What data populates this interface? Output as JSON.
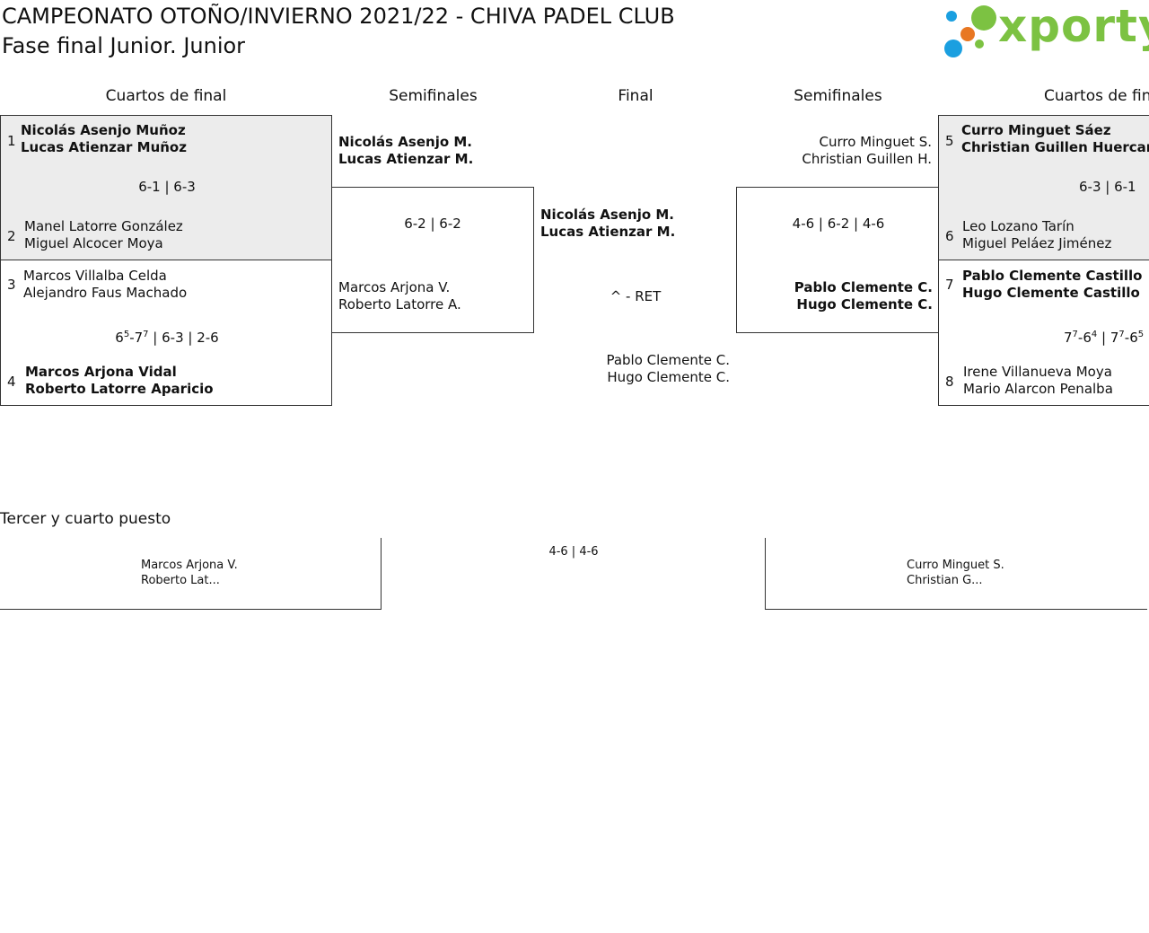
{
  "header": {
    "title": "CAMPEONATO OTOÑO/INVIERNO 2021/22 - CHIVA PADEL CLUB",
    "subtitle": "Fase final Junior. Junior",
    "logo_text": "xporty",
    "logo_colors": [
      "#1a9fe0",
      "#e87722",
      "#7cc242"
    ]
  },
  "columns": {
    "qf_left": "Cuartos de final",
    "sf_left": "Semifinales",
    "final": "Final",
    "sf_right": "Semifinales",
    "qf_right": "Cuartos de fin"
  },
  "qf": {
    "m1": {
      "top": {
        "seed": "1",
        "p1": "Nicolás Asenjo Muñoz",
        "p2": "Lucas Atienzar Muñoz"
      },
      "bottom": {
        "seed": "2",
        "p1": "Manel Latorre González",
        "p2": "Miguel Alcocer Moya"
      },
      "score": "6-1 | 6-3"
    },
    "m2": {
      "top": {
        "seed": "3",
        "p1": "Marcos Villalba Celda",
        "p2": "Alejandro Faus Machado"
      },
      "bottom": {
        "seed": "4",
        "p1": "Marcos Arjona Vidal",
        "p2": "Roberto Latorre Aparicio"
      },
      "score_parts": [
        "6",
        "5",
        "-7",
        "7",
        " | 6-3 | 2-6"
      ]
    },
    "m3": {
      "top": {
        "seed": "5",
        "p1": "Curro Minguet Sáez",
        "p2": "Christian Guillen Huercano"
      },
      "bottom": {
        "seed": "6",
        "p1": "Leo Lozano Tarín",
        "p2": "Miguel Peláez Jiménez"
      },
      "score": "6-3 | 6-1"
    },
    "m4": {
      "top": {
        "seed": "7",
        "p1": "Pablo Clemente Castillo",
        "p2": "Hugo Clemente Castillo"
      },
      "bottom": {
        "seed": "8",
        "p1": "Irene Villanueva Moya",
        "p2": "Mario Alarcon Penalba"
      },
      "score_parts": [
        "7",
        "7",
        "-6",
        "4",
        " | 7",
        "7",
        "-6",
        "5"
      ]
    }
  },
  "sf": {
    "left": {
      "top": {
        "p1": "Nicolás Asenjo M.",
        "p2": "Lucas Atienzar M."
      },
      "bottom": {
        "p1": "Marcos Arjona V.",
        "p2": "Roberto Latorre A."
      },
      "score": "6-2 | 6-2"
    },
    "right": {
      "top": {
        "p1": "Curro Minguet S.",
        "p2": "Christian Guillen H."
      },
      "bottom": {
        "p1": "Pablo Clemente C.",
        "p2": "Hugo Clemente C."
      },
      "score": "4-6 | 6-2 | 4-6"
    }
  },
  "final": {
    "top": {
      "p1": "Nicolás Asenjo M.",
      "p2": "Lucas Atienzar M."
    },
    "bottom": {
      "p1": "Pablo Clemente C.",
      "p2": "Hugo Clemente C."
    },
    "score": "^ - RET"
  },
  "third_place": {
    "title": "Tercer y cuarto puesto",
    "left": {
      "p1": "Marcos Arjona V.",
      "p2": "Roberto Lat..."
    },
    "right": {
      "p1": "Curro Minguet S.",
      "p2": "Christian G..."
    },
    "score": "4-6 | 4-6"
  }
}
